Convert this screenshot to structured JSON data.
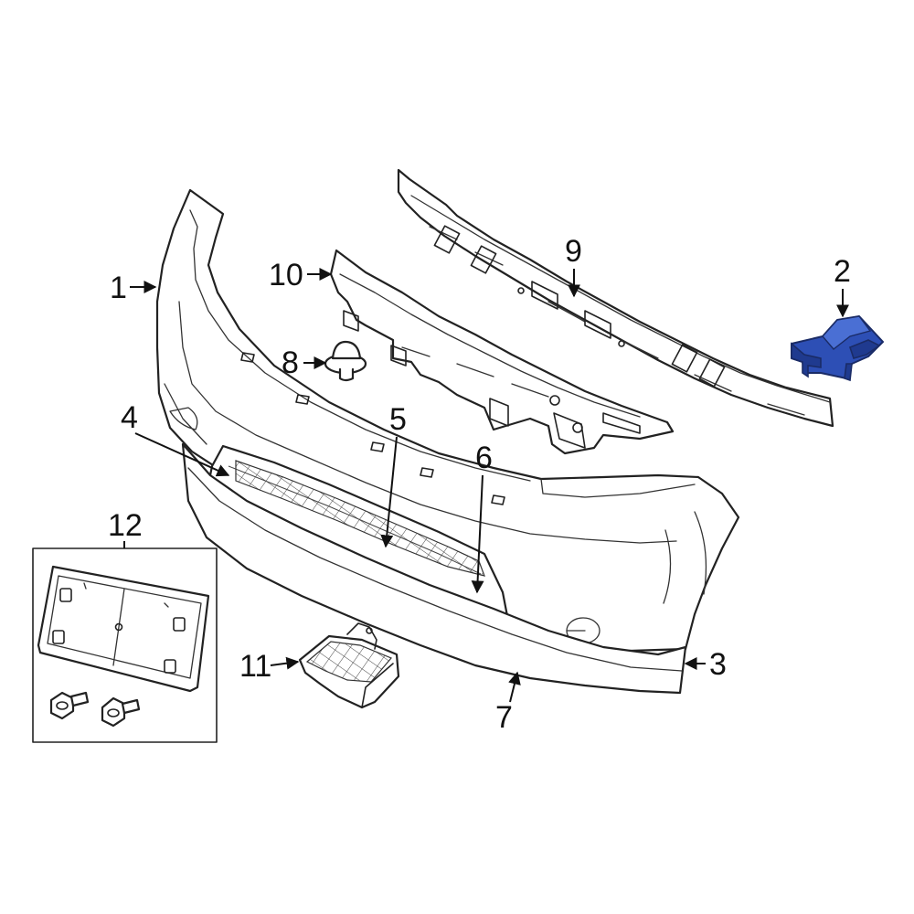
{
  "diagram": {
    "callouts": [
      {
        "id": "1",
        "label": "1"
      },
      {
        "id": "2",
        "label": "2"
      },
      {
        "id": "3",
        "label": "3"
      },
      {
        "id": "4",
        "label": "4"
      },
      {
        "id": "5",
        "label": "5"
      },
      {
        "id": "6",
        "label": "6"
      },
      {
        "id": "7",
        "label": "7"
      },
      {
        "id": "8",
        "label": "8"
      },
      {
        "id": "9",
        "label": "9"
      },
      {
        "id": "10",
        "label": "10"
      },
      {
        "id": "11",
        "label": "11"
      },
      {
        "id": "12",
        "label": "12"
      }
    ],
    "highlighted_part": "2",
    "colors": {
      "highlight": "#2d4fb5",
      "line": "#222222",
      "background": "#ffffff"
    }
  }
}
